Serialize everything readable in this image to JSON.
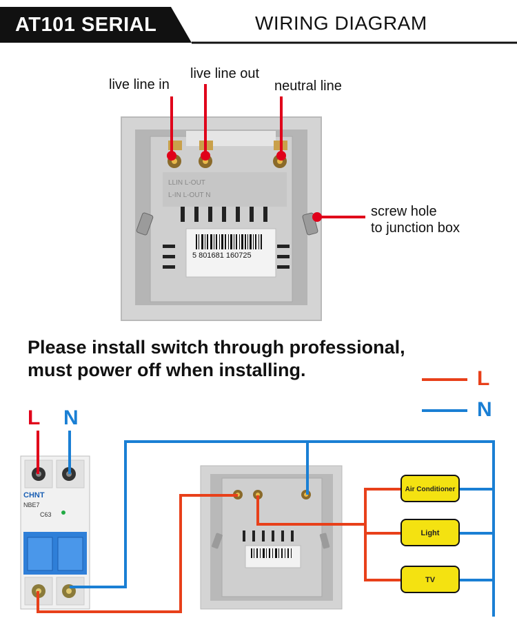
{
  "header": {
    "title": "AT101 SERIAL",
    "subtitle": "WIRING DIAGRAM"
  },
  "top_labels": {
    "live_in": "live line in",
    "live_out": "live line out",
    "neutral": "neutral line",
    "screw_hole_1": "screw hole",
    "screw_hole_2": "to junction box"
  },
  "notice": {
    "line1": "Please install switch through professional,",
    "line2": "must power off when installing."
  },
  "legend": {
    "live_letter": "L",
    "live_color": "#e8401a",
    "neutral_letter": "N",
    "neutral_color": "#1a7fd4"
  },
  "breaker": {
    "label_l": "L",
    "label_n": "N",
    "brand": "CHNT",
    "model": "NBE7",
    "rating": "C63"
  },
  "barcode": "5 801681 160725",
  "loads": [
    "Air Conditioner",
    "Light",
    "TV"
  ]
}
